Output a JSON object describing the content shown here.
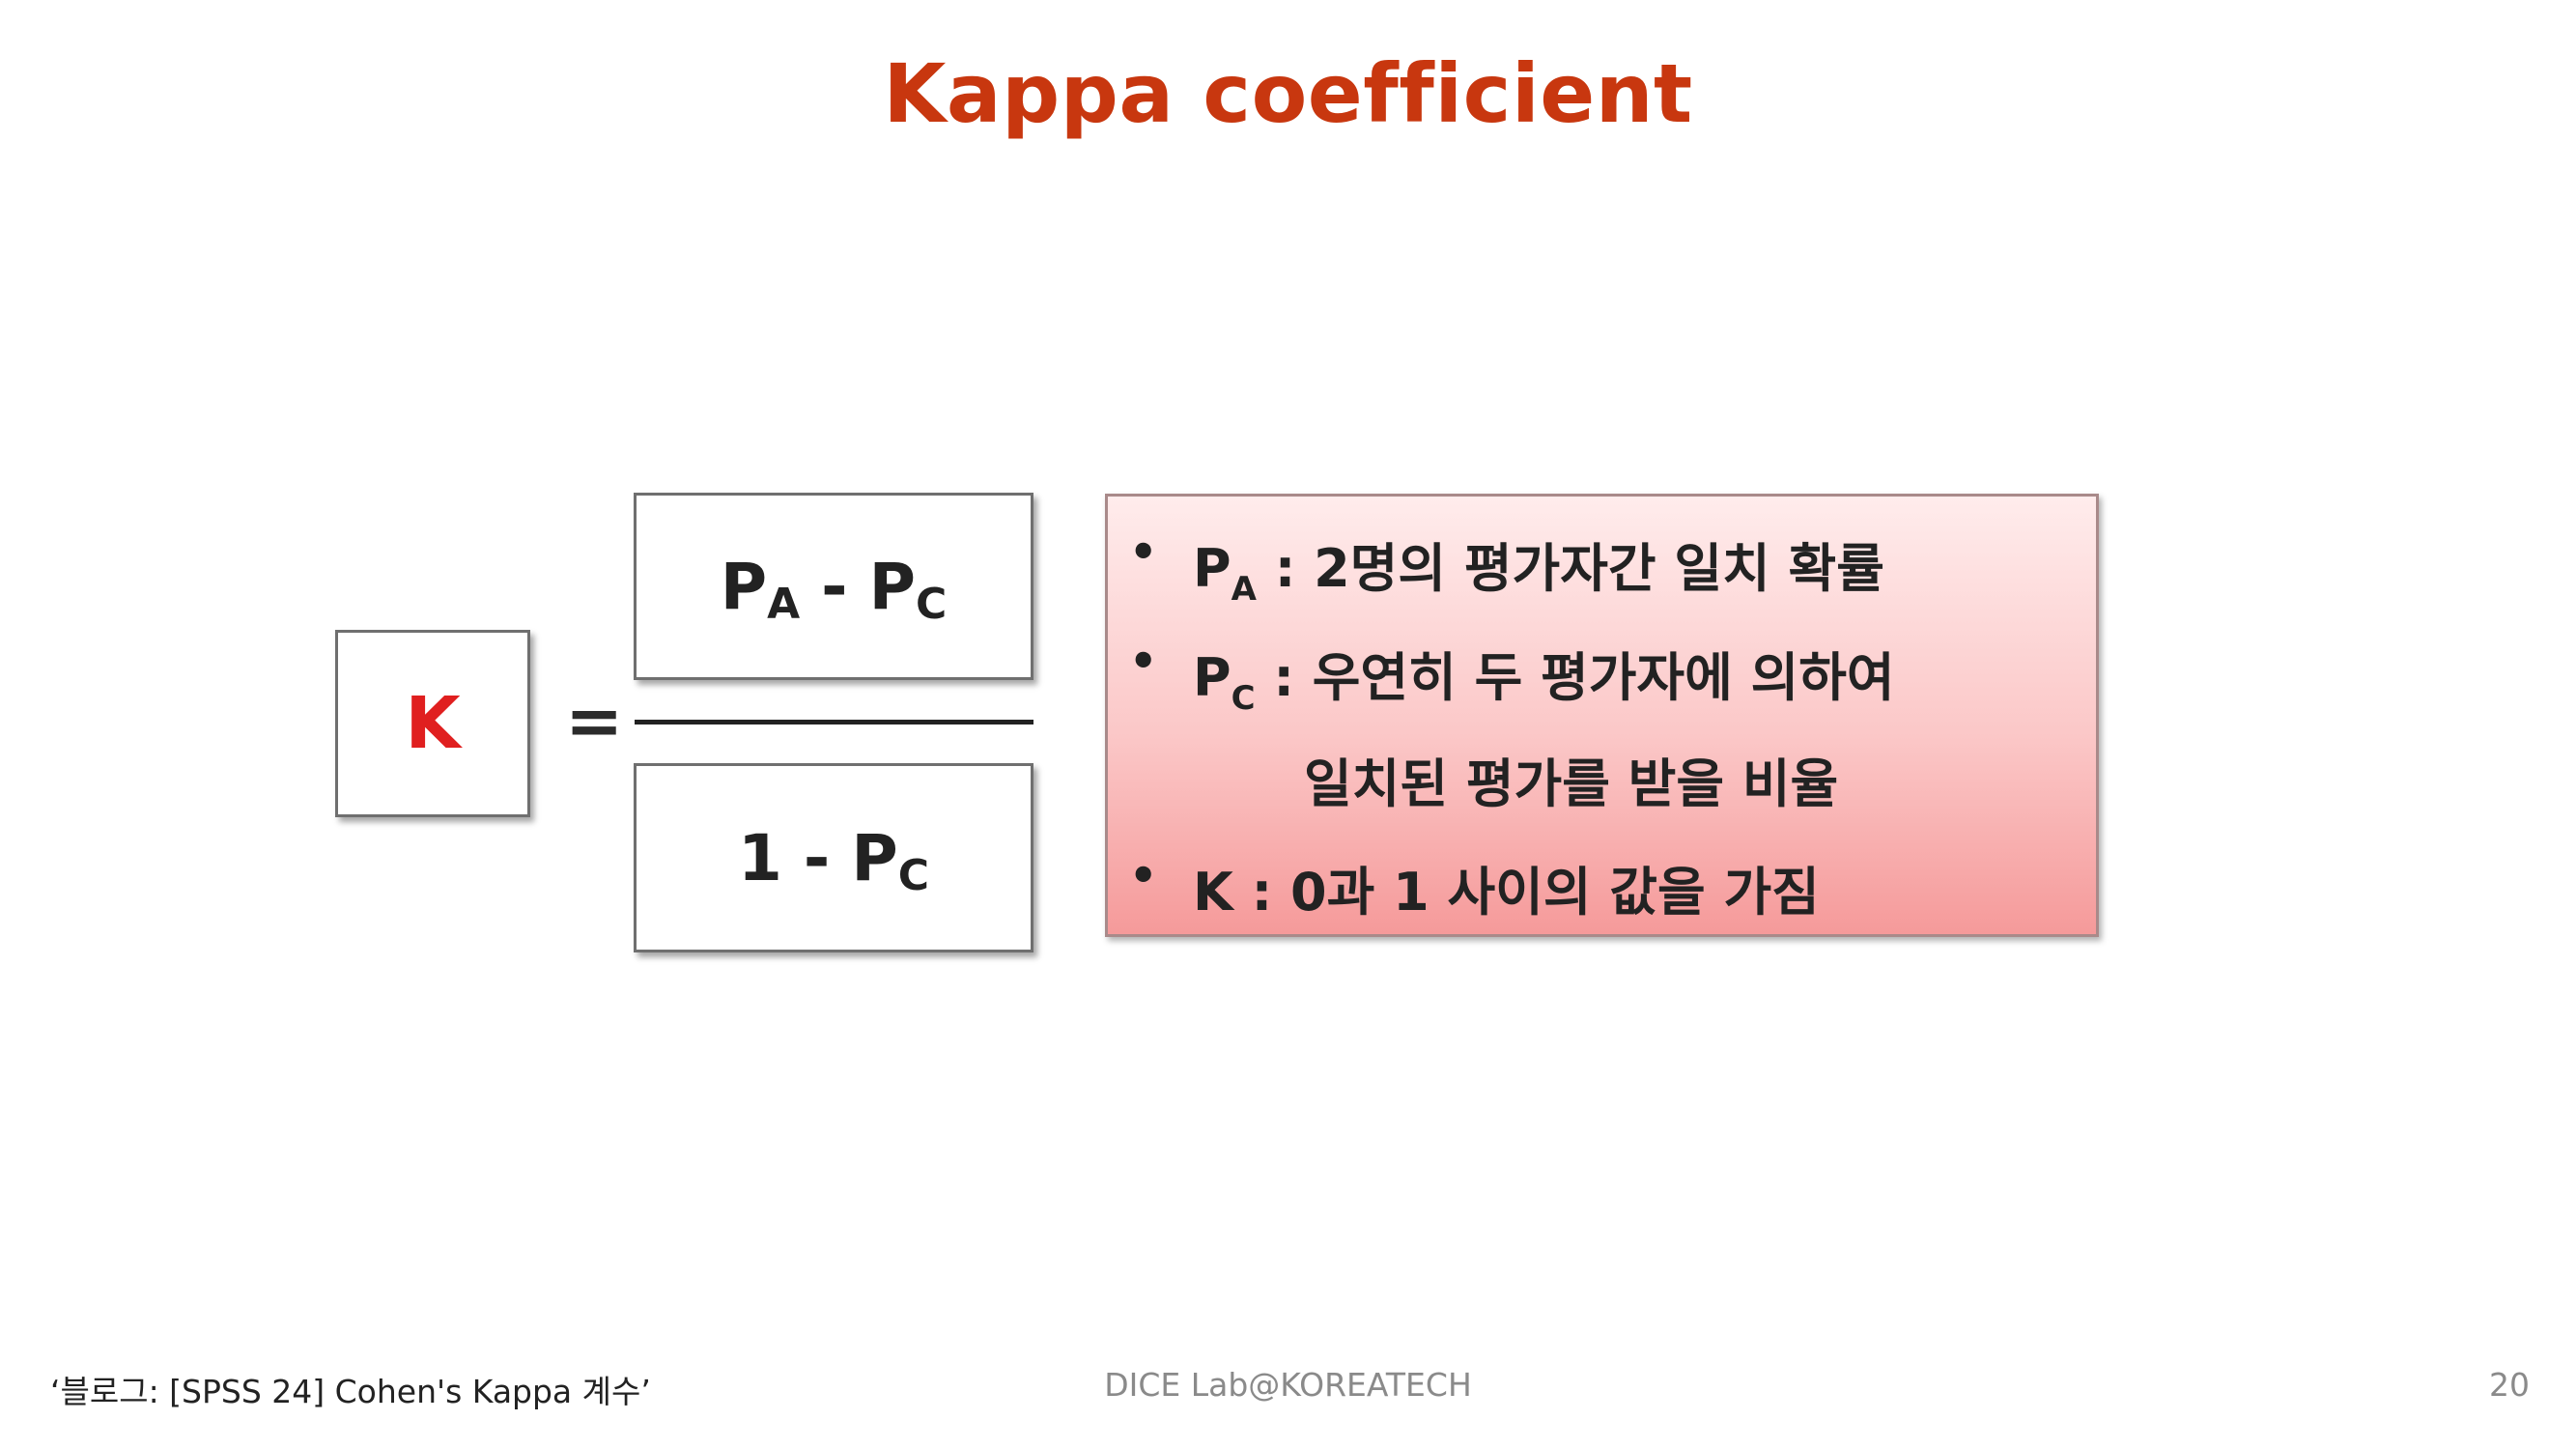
{
  "title": "Kappa coefficient",
  "formula": {
    "lhs": "K",
    "equals": "=",
    "numerator": {
      "p1": "P",
      "p1_sub": "A",
      "op": "-",
      "p2": "P",
      "p2_sub": "C"
    },
    "denominator": {
      "one": "1",
      "op": "-",
      "p": "P",
      "p_sub": "C"
    }
  },
  "bullets": {
    "dot": "•",
    "b1_symbol": "P",
    "b1_sub": "A",
    "b1_text": " : 2명의 평가자간 일치 확률",
    "b2_symbol": "P",
    "b2_sub": "C",
    "b2_text": " : 우연히 두 평가자에 의하여",
    "b2_cont": "일치된 평가를 받을 비율",
    "b3_text": "K : 0과 1 사이의 값을 가짐"
  },
  "colors": {
    "title": "#c8370f",
    "k_letter": "#e01f1f",
    "info_box_top": "#ffecec",
    "info_box_bottom": "#f59a9a"
  },
  "footer": {
    "source": "‘블로그: [SPSS 24] Cohen's Kappa 계수’",
    "lab": "DICE Lab@KOREATECH",
    "page_number": "20"
  }
}
